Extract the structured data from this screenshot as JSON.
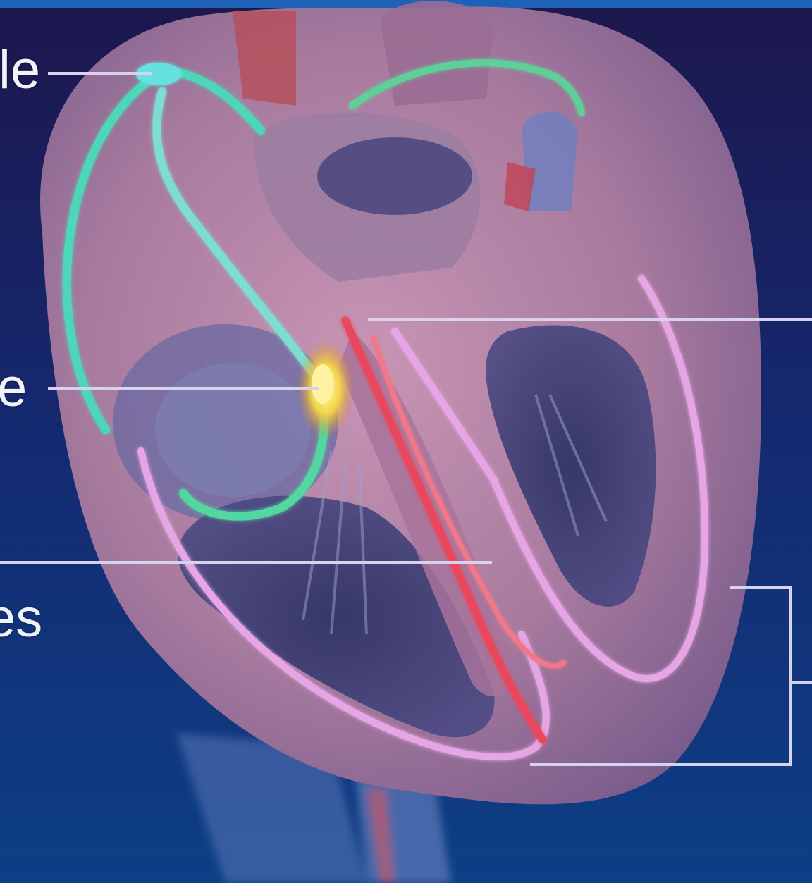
{
  "labels": {
    "sinoatrial_fragment": "le",
    "atrioventricular_fragment": "e",
    "purkinje_fragment": "es"
  },
  "colors": {
    "background_top": "#1d174d",
    "background_bottom": "#0d3f86",
    "heart_tissue": "#b37fa3",
    "atrial_pathway": "#4ed7b8",
    "av_node": "#f2d54a",
    "bundle_branch": "#e8465c",
    "purkinje_fibers": "#e6a6e6",
    "leader_line": "#d7d3ee"
  }
}
